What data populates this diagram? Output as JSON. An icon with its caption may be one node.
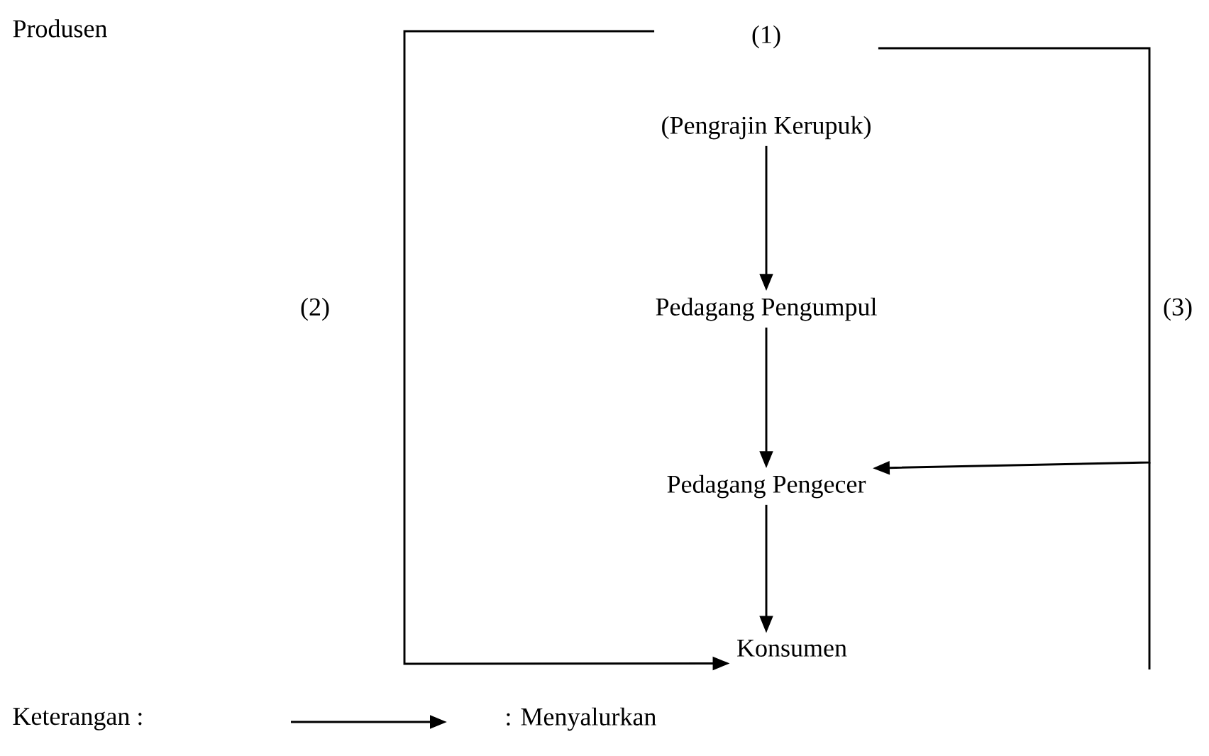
{
  "diagram": {
    "nodes": [
      {
        "text": [
          "(1)",
          "(Pengrajin Kerupuk)"
        ]
      },
      {
        "text": [
          "Pedagang Pengumpul"
        ]
      },
      {
        "text": [
          "Pedagang Pengecer"
        ]
      },
      {
        "text": [
          "Konsumen"
        ]
      }
    ],
    "edges": [
      {
        "from": 0,
        "to": 1,
        "arrow": "to"
      },
      {
        "from": 1,
        "to": 2,
        "arrow": "to"
      },
      {
        "from": 2,
        "to": 3,
        "arrow": "to"
      },
      {
        "from": 0,
        "to": 3,
        "arrow": "to",
        "label": "(2)"
      },
      {
        "from": 0,
        "to": 2,
        "arrow": "to",
        "label": "(3)"
      }
    ],
    "labels": [
      "Produsen",
      "Keterangan :"
    ],
    "legend": [
      {
        "text": ": Menyalurkan"
      }
    ]
  }
}
